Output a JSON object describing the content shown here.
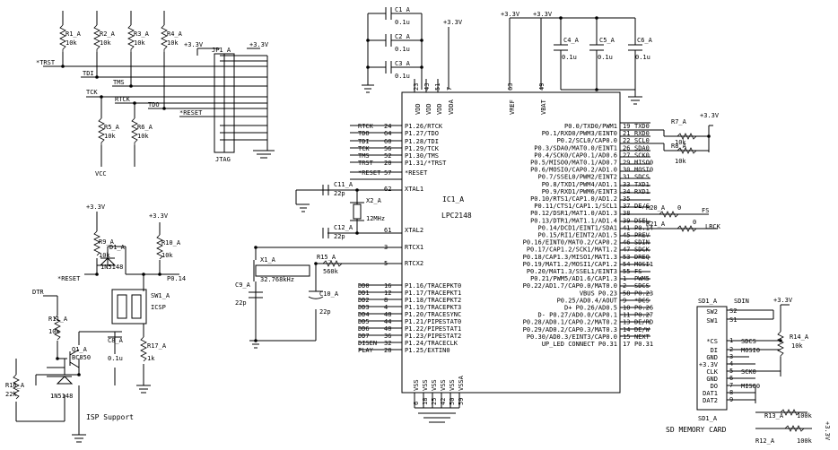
{
  "power": {
    "v33": "+3.3V",
    "vcc": "VCC"
  },
  "pullups": [
    {
      "ref": "R1_A",
      "val": "10k"
    },
    {
      "ref": "R2_A",
      "val": "10k"
    },
    {
      "ref": "R3_A",
      "val": "10k"
    },
    {
      "ref": "R4_A",
      "val": "10k"
    }
  ],
  "jtag": {
    "ref": "JP1_A",
    "name": "JTAG",
    "nets": [
      "*TRST",
      "TDI",
      "TMS",
      "TCK",
      "RTCK",
      "TDO",
      "*RESET"
    ],
    "pd": [
      {
        "ref": "R5_A",
        "val": "10k"
      },
      {
        "ref": "R6_A",
        "val": "10k"
      }
    ]
  },
  "decoupling": [
    {
      "ref": "C1_A",
      "val": "0.1u"
    },
    {
      "ref": "C2_A",
      "val": "0.1u"
    },
    {
      "ref": "C3_A",
      "val": "0.1u"
    },
    {
      "ref": "C4_A",
      "val": "0.1u"
    },
    {
      "ref": "C5_A",
      "val": "0.1u"
    },
    {
      "ref": "C6_A",
      "val": "0.1u"
    }
  ],
  "ic": {
    "ref": "IC1_A",
    "part": "LPC2148",
    "top_pins": [
      {
        "name": "VDD",
        "num": "23"
      },
      {
        "name": "VDD",
        "num": "43"
      },
      {
        "name": "VDD",
        "num": "51"
      },
      {
        "name": "VDDA",
        "num": "7"
      },
      {
        "name": "VREF",
        "num": "63"
      },
      {
        "name": "VBAT",
        "num": "49"
      }
    ],
    "left_pins": [
      {
        "net": "RTCK",
        "num": "24",
        "name": "P1.26/RTCK"
      },
      {
        "net": "TDO",
        "num": "64",
        "name": "P1.27/TDO"
      },
      {
        "net": "TDI",
        "num": "60",
        "name": "P1.28/TDI"
      },
      {
        "net": "TCK",
        "num": "56",
        "name": "P1.29/TCK"
      },
      {
        "net": "TMS",
        "num": "52",
        "name": "P1.30/TMS"
      },
      {
        "net": "TRST",
        "num": "20",
        "name": "P1.31/*TRST"
      },
      {
        "net": "*RESET",
        "num": "57",
        "name": "*RESET"
      },
      {
        "net": "",
        "num": "62",
        "name": "XTAL1"
      },
      {
        "net": "",
        "num": "61",
        "name": "XTAL2"
      },
      {
        "net": "",
        "num": "3",
        "name": "RTCX1"
      },
      {
        "net": "",
        "num": "5",
        "name": "RTCX2"
      },
      {
        "net": "DD0",
        "num": "16",
        "name": "P1.16/TRACEPKT0"
      },
      {
        "net": "DD1",
        "num": "12",
        "name": "P1.17/TRACEPKT1"
      },
      {
        "net": "DD2",
        "num": "8",
        "name": "P1.18/TRACEPKT2"
      },
      {
        "net": "DD3",
        "num": "4",
        "name": "P1.19/TRACEPKT3"
      },
      {
        "net": "DD4",
        "num": "48",
        "name": "P1.20/TRACESYNC"
      },
      {
        "net": "DD5",
        "num": "44",
        "name": "P1.21/PIPESTAT0"
      },
      {
        "net": "DD6",
        "num": "40",
        "name": "P1.22/PIPESTAT1"
      },
      {
        "net": "DD7",
        "num": "36",
        "name": "P1.23/PIPESTAT2"
      },
      {
        "net": "DISEN",
        "num": "32",
        "name": "P1.24/TRACECLK"
      },
      {
        "net": "PLAY",
        "num": "28",
        "name": "P1.25/EXTIN0"
      }
    ],
    "right_pins": [
      {
        "name": "P0.0/TXD0/PWM1",
        "num": "19",
        "net": "TXD0"
      },
      {
        "name": "P0.1/RXD0/PWM3/EINT0",
        "num": "21",
        "net": "RXD0"
      },
      {
        "name": "P0.2/SCL0/CAP0.0",
        "num": "22",
        "net": "SCL0"
      },
      {
        "name": "P0.3/SDA0/MAT0.0/EINT1",
        "num": "26",
        "net": "SDA0"
      },
      {
        "name": "P0.4/SCK0/CAP0.1/AD0.6",
        "num": "27",
        "net": "SCK0"
      },
      {
        "name": "P0.5/MISO0/MAT0.1/AD0.7",
        "num": "29",
        "net": "MISO0"
      },
      {
        "name": "P0.6/MOSI0/CAP0.2/AD1.0",
        "num": "30",
        "net": "MOSI0"
      },
      {
        "name": "P0.7/SSEL0/PWM2/EINT2",
        "num": "31",
        "net": "SDCS"
      },
      {
        "name": "P0.8/TXD1/PWM4/AD1.1",
        "num": "33",
        "net": "TXD1"
      },
      {
        "name": "P0.9/RXD1/PWM6/EINT3",
        "num": "34",
        "net": "RXD1"
      },
      {
        "name": "P0.10/RTS1/CAP1.0/AD1.2",
        "num": "35",
        "net": ""
      },
      {
        "name": "P0.11/CTS1/CAP1.1/SCL1",
        "num": "37",
        "net": "DE/C"
      },
      {
        "name": "P0.12/DSR1/MAT1.0/AD1.3",
        "num": "38",
        "net": ""
      },
      {
        "name": "P0.13/DTR1/MAT1.1/AD1.4",
        "num": "39",
        "net": "DSEL"
      },
      {
        "name": "P0.14/DCD1/EINT1/SDA1",
        "num": "41",
        "net": "P0.14"
      },
      {
        "name": "P0.15/RI1/EINT2/AD1.5",
        "num": "45",
        "net": "PREV"
      },
      {
        "name": "P0.16/EINT0/MAT0.2/CAP0.2",
        "num": "46",
        "net": "SDIN"
      },
      {
        "name": "P0.17/CAP1.2/SCK1/MAT1.2",
        "num": "47",
        "net": "SDCK"
      },
      {
        "name": "P0.18/CAP1.3/MISO1/MAT1.3",
        "num": "53",
        "net": "DREQ"
      },
      {
        "name": "P0.19/MAT1.2/MOSI1/CAP1.2",
        "num": "54",
        "net": "MOSI1"
      },
      {
        "name": "P0.20/MAT1.3/SSEL1/EINT3",
        "num": "55",
        "net": "FS"
      },
      {
        "name": "P0.21/PWM5/AD1.6/CAP1.3",
        "num": "1",
        "net": "PWM5"
      },
      {
        "name": "P0.22/AD1.7/CAP0.0/MAT0.0",
        "num": "2",
        "net": "SDCS"
      },
      {
        "name": "VBUS P0.23",
        "num": "58",
        "net": "P0.23"
      },
      {
        "name": "P0.25/AD0.4/AOUT",
        "num": "9",
        "net": "*DCS"
      },
      {
        "name": "D+ P0.26/AD0.5",
        "num": "10",
        "net": "P0.26"
      },
      {
        "name": "D- P0.27/AD0.0/CAP0.1",
        "num": "11",
        "net": "P0.27"
      },
      {
        "name": "P0.28/AD0.1/CAP0.2/MAT0.2",
        "num": "13",
        "net": "DE/RD"
      },
      {
        "name": "P0.29/AD0.2/CAP0.3/MAT0.3",
        "num": "14",
        "net": "DE/W"
      },
      {
        "name": "P0.30/AD0.3/EINT3/CAP0.0",
        "num": "15",
        "net": "NEXT"
      },
      {
        "name": "UP_LED CONNECT P0.31",
        "num": "17",
        "net": "P0.31"
      }
    ],
    "bottom_pins": [
      {
        "name": "VSS",
        "num": "6"
      },
      {
        "name": "VSS",
        "num": "18"
      },
      {
        "name": "VSS",
        "num": "25"
      },
      {
        "name": "VSS",
        "num": "42"
      },
      {
        "name": "VSS",
        "num": "50"
      },
      {
        "name": "VSSA",
        "num": "59"
      }
    ]
  },
  "uart_pullups": [
    {
      "ref": "R7_A",
      "val": "10k"
    },
    {
      "ref": "R8_A",
      "val": "10k"
    }
  ],
  "series_r": [
    {
      "ref": "R20_A",
      "val": "0",
      "net": "FS"
    },
    {
      "ref": "R21_A",
      "val": "0",
      "net": "LRCK"
    }
  ],
  "xtal_main": {
    "ref": "X2_A",
    "val": "12MHz",
    "caps": [
      {
        "ref": "C11_A",
        "val": "22p"
      },
      {
        "ref": "C12_A",
        "val": "22p"
      }
    ]
  },
  "xtal_rtc": {
    "ref": "X1_A",
    "val": "32.768kHz",
    "r": {
      "ref": "R15_A",
      "val": "560k"
    },
    "caps": [
      {
        "ref": "C9_A",
        "val": "22p"
      },
      {
        "ref": "C10_A",
        "val": "22p"
      }
    ]
  },
  "isp": {
    "r9": {
      "ref": "R9_A",
      "val": "10k"
    },
    "d1": {
      "ref": "D1_A",
      "val": "1N5148"
    },
    "r10": {
      "ref": "R10_A",
      "val": "10k"
    },
    "sw": {
      "ref": "SW1_A",
      "val": "ICSP"
    },
    "r11": {
      "ref": "R11_A",
      "val": "10k"
    },
    "q1": {
      "ref": "Q1_A",
      "val": "BC850"
    },
    "c8": {
      "ref": "C8_A",
      "val": "0.1u"
    },
    "r17": {
      "ref": "R17_A",
      "val": "1k"
    },
    "r16": {
      "ref": "R16_A",
      "val": "22k"
    },
    "d2": {
      "val": "1N5148"
    },
    "dtr": "DTR",
    "reset": "*RESET",
    "p014": "P0.14",
    "caption": "ISP Support"
  },
  "sd": {
    "ref": "SD1_A",
    "caption": "SD MEMORY CARD",
    "sdin": "SDIN",
    "pins": [
      {
        "name": "SW2",
        "num": "S2",
        "net": ""
      },
      {
        "name": "SW1",
        "num": "S1",
        "net": ""
      },
      {
        "name": "*CS",
        "num": "1",
        "net": "SDCS"
      },
      {
        "name": "DI",
        "num": "2",
        "net": "MOSI0"
      },
      {
        "name": "GND",
        "num": "3",
        "net": ""
      },
      {
        "name": "+3.3V",
        "num": "4",
        "net": ""
      },
      {
        "name": "CLK",
        "num": "5",
        "net": "SCK0"
      },
      {
        "name": "GND",
        "num": "6",
        "net": ""
      },
      {
        "name": "DO",
        "num": "7",
        "net": "MISO0"
      },
      {
        "name": "DAT1",
        "num": "8",
        "net": ""
      },
      {
        "name": "DAT2",
        "num": "9",
        "net": ""
      }
    ],
    "r14": {
      "ref": "R14_A",
      "val": "10k"
    },
    "r13": {
      "ref": "R13_A",
      "val": "100k"
    },
    "r12": {
      "ref": "R12_A",
      "val": "100k"
    }
  }
}
